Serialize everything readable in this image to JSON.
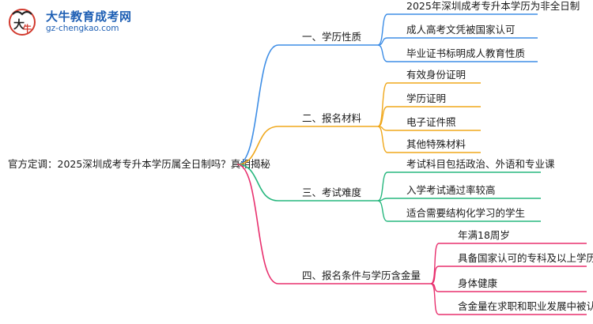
{
  "logo": {
    "title": "大牛教育成考网",
    "url": "gz-chengkao.com"
  },
  "root": "官方定调：2025深圳成考专升本学历属全日制吗？真相揭秘",
  "branches": [
    {
      "label": "一、学历性质",
      "color": "#3e8ee6",
      "children": [
        "2025年深圳成考专升本学历为非全日制",
        "成人高考文凭被国家认可",
        "毕业证书标明成人教育性质"
      ]
    },
    {
      "label": "二、报名材料",
      "color": "#f0a81c",
      "children": [
        "有效身份证明",
        "学历证明",
        "电子证件照",
        "其他特殊材料"
      ]
    },
    {
      "label": "三、考试难度",
      "color": "#27b77e",
      "children": [
        "考试科目包括政治、外语和专业课",
        "入学考试通过率较高",
        "适合需要结构化学习的学生"
      ]
    },
    {
      "label": "四、报名条件与学历含金量",
      "color": "#e8306e",
      "children": [
        "年满18周岁",
        "具备国家认可的专科及以上学历",
        "身体健康",
        "含金量在求职和职业发展中被认可"
      ]
    }
  ]
}
